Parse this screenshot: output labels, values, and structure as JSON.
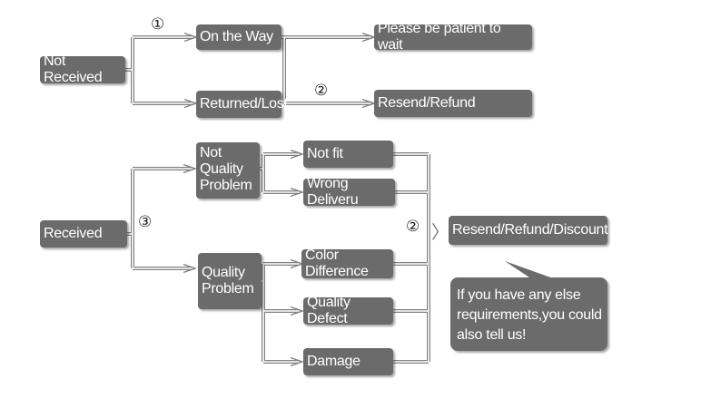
{
  "top_flow": {
    "not_received": "Not Received",
    "on_the_way": "On the Way",
    "returned_lost": "Returned/Lost",
    "please_wait": "Please be patient to wait",
    "resend_refund": "Resend/Refund",
    "marker_1": "①",
    "marker_2": "②"
  },
  "bottom_flow": {
    "received": "Received",
    "marker_3": "③",
    "not_quality_problem": "Not\nQuality\nProblem",
    "quality_problem": "Quality\nProblem",
    "not_fit": "Not fit",
    "wrong_delivery": "Wrong Deliveru",
    "color_difference": "Color Difference",
    "quality_defect": "Quality Defect",
    "damage": "Damage",
    "marker_2": "②",
    "resend_refund_discount": "Resend/Refund/Discount",
    "note": "If you have any else\nrequirements,you could\nalso tell us!"
  },
  "colors": {
    "box_fill": "#6b6b6b",
    "box_text": "#ffffff",
    "connector": "#808080"
  }
}
